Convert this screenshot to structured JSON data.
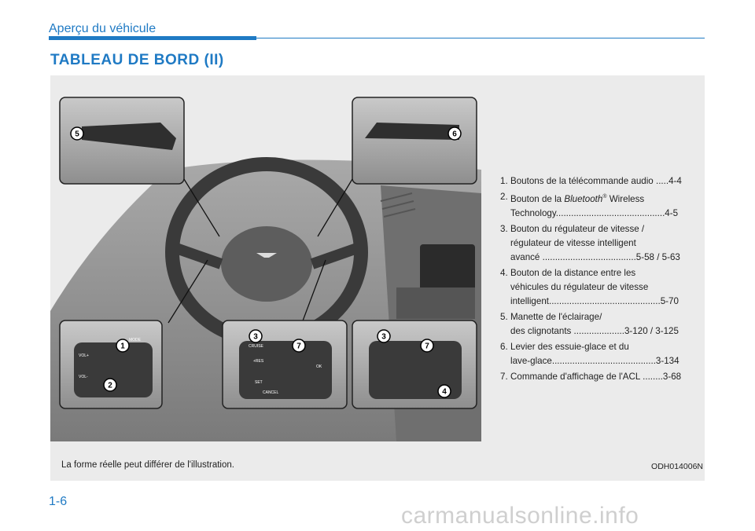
{
  "header": {
    "section": "Aperçu du véhicule",
    "title": "TABLEAU DE BORD (II)"
  },
  "legend": [
    {
      "num": "1.",
      "lines": [
        "Boutons de la télécommande audio .....4-4"
      ]
    },
    {
      "num": "2.",
      "pre": "Bouton de la ",
      "italic": "Bluetooth",
      "reg": "®",
      "post": " Wireless",
      "lines": [
        "Technology...........................................4-5"
      ]
    },
    {
      "num": "3.",
      "lines": [
        "Bouton du régulateur de vitesse /",
        "régulateur de vitesse intelligent",
        "avancé .....................................5-58 / 5-63"
      ]
    },
    {
      "num": "4.",
      "lines": [
        "Bouton de la distance entre les",
        "véhicules du régulateur de vitesse",
        "intelligent............................................5-70"
      ]
    },
    {
      "num": "5.",
      "lines": [
        "Manette de l'éclairage/",
        "des clignotants ....................3-120 / 3-125"
      ]
    },
    {
      "num": "6.",
      "lines": [
        "Levier des essuie-glace et du",
        "lave-glace.........................................3-134"
      ]
    },
    {
      "num": "7.",
      "lines": [
        "Commande d'affichage de l'ACL ........3-68"
      ]
    }
  ],
  "callouts": [
    "1",
    "2",
    "3",
    "4",
    "5",
    "6",
    "7"
  ],
  "buttons": {
    "mode": "MODE",
    "vol_up": "VOL+",
    "vol_down": "VOL-",
    "cruise": "CRUISE",
    "res": "+RES",
    "set": "SET",
    "cancel": "CANCEL",
    "ok": "OK"
  },
  "footer": {
    "note": "La forme réelle peut différer de l'illustration.",
    "code": "ODH014006N",
    "page": "1-6",
    "watermark": "carmanualsonline.info"
  },
  "colors": {
    "accent": "#1f7ac4",
    "panel": "#ebebeb",
    "callout_bg": "#ffffff"
  }
}
